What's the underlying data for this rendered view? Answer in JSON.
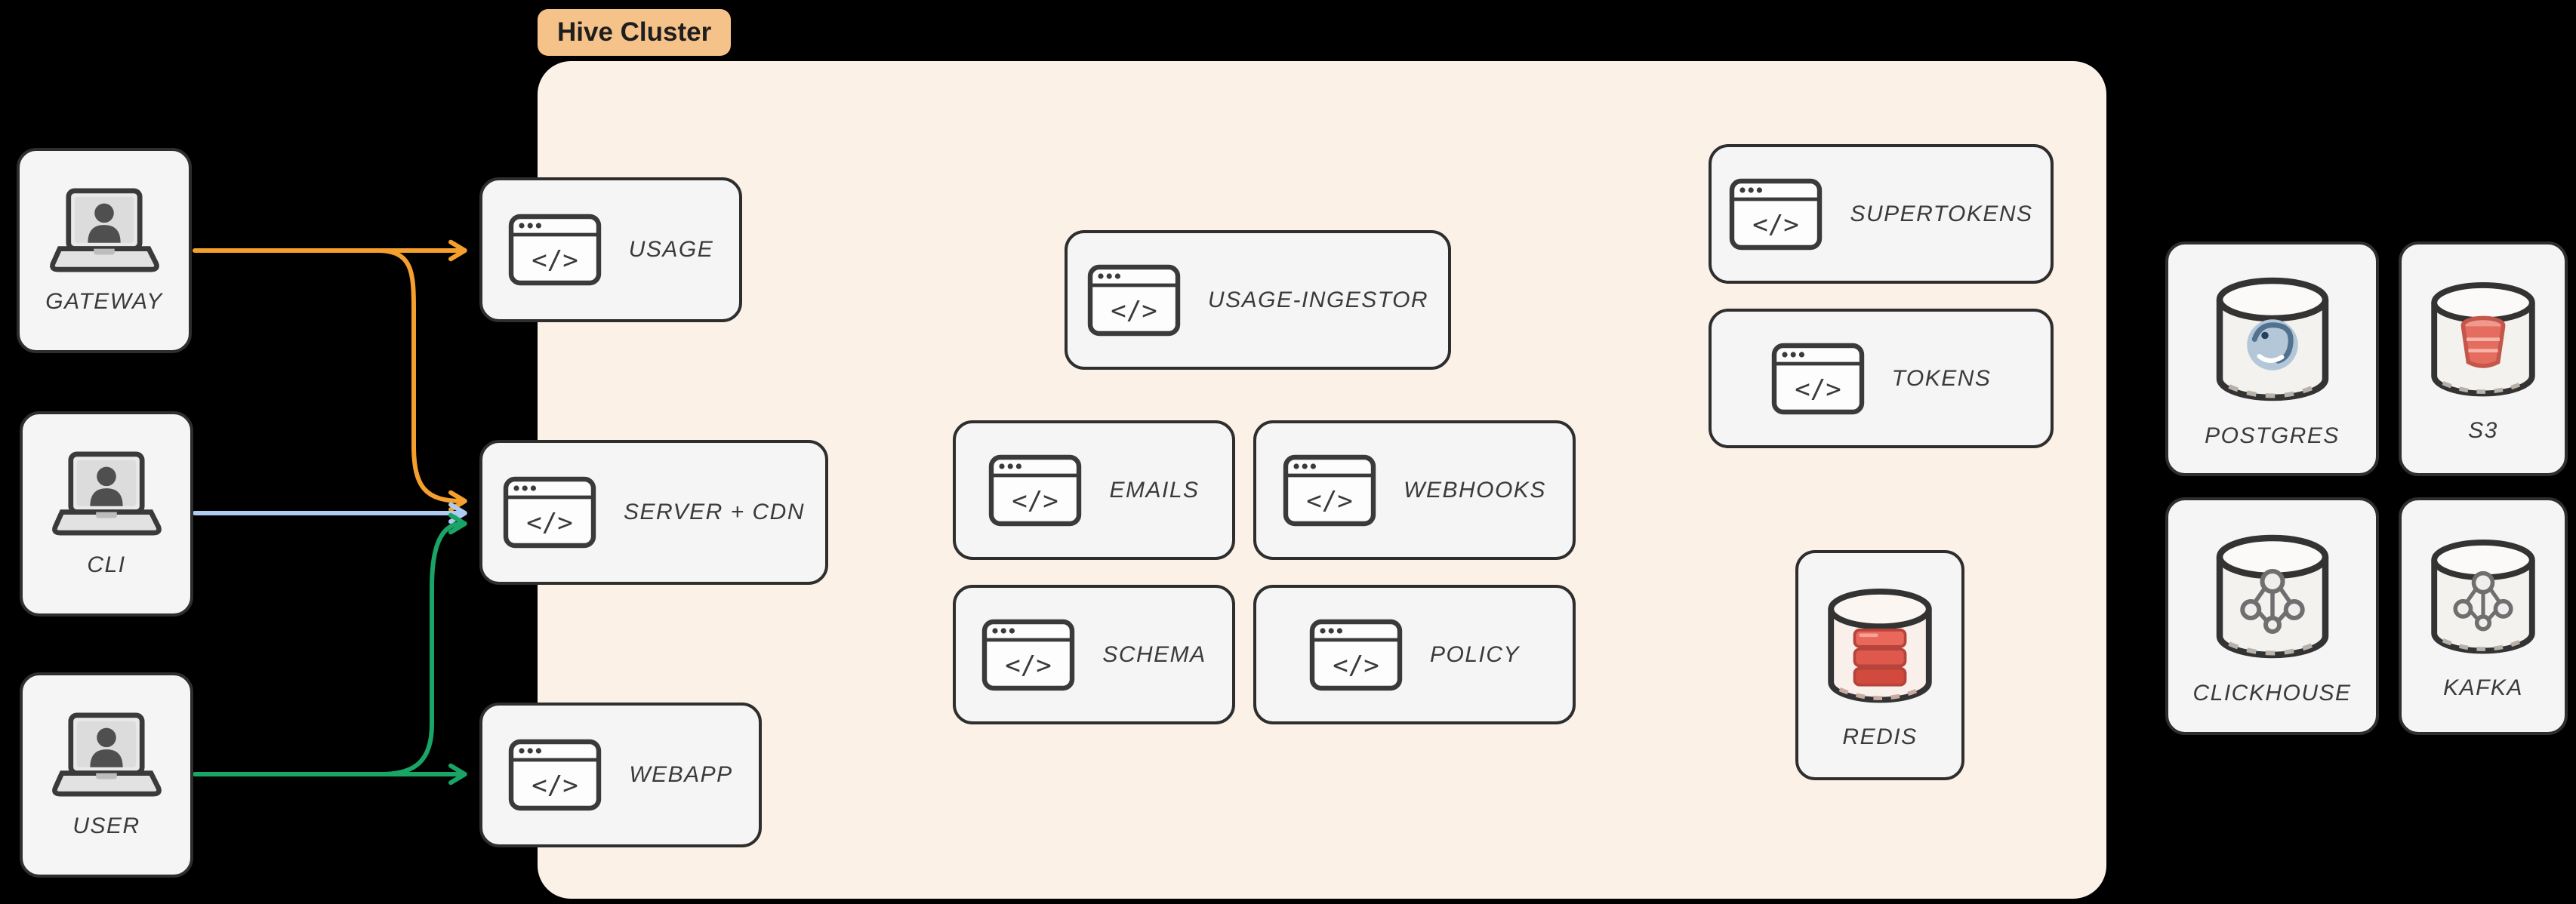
{
  "diagram": {
    "cluster_label": "Hive Cluster",
    "code_glyph": "</>"
  },
  "clients": [
    {
      "label": "GATEWAY"
    },
    {
      "label": "CLI"
    },
    {
      "label": "USER"
    }
  ],
  "services": [
    {
      "label": "USAGE"
    },
    {
      "label": "SERVER + CDN"
    },
    {
      "label": "WEBAPP"
    },
    {
      "label": "USAGE-INGESTOR"
    },
    {
      "label": "EMAILS"
    },
    {
      "label": "WEBHOOKS"
    },
    {
      "label": "SCHEMA"
    },
    {
      "label": "POLICY"
    },
    {
      "label": "SUPERTOKENS"
    },
    {
      "label": "TOKENS"
    }
  ],
  "datastores": [
    {
      "label": "REDIS"
    },
    {
      "label": "POSTGRES"
    },
    {
      "label": "S3"
    },
    {
      "label": "CLICKHOUSE"
    },
    {
      "label": "KAFKA"
    }
  ],
  "connections": [
    {
      "from": "GATEWAY",
      "to": "USAGE",
      "color": "#F59F2D"
    },
    {
      "from": "GATEWAY",
      "to": "SERVER + CDN",
      "color": "#F59F2D"
    },
    {
      "from": "CLI",
      "to": "SERVER + CDN",
      "color": "#AECBF2"
    },
    {
      "from": "USER",
      "to": "WEBAPP",
      "color": "#18A566"
    },
    {
      "from": "USER",
      "to": "SERVER + CDN",
      "color": "#18A566"
    }
  ],
  "colors": {
    "background": "#000000",
    "cluster_bg": "#FCF1E6",
    "badge_bg": "#F5C289",
    "node_bg": "#F5F5F5",
    "node_border": "#2E2E2E",
    "label_text": "#3A3A3A",
    "arrow_orange": "#F59F2D",
    "arrow_blue": "#AECBF2",
    "arrow_green": "#18A566",
    "redis_red": "#D9544D"
  }
}
